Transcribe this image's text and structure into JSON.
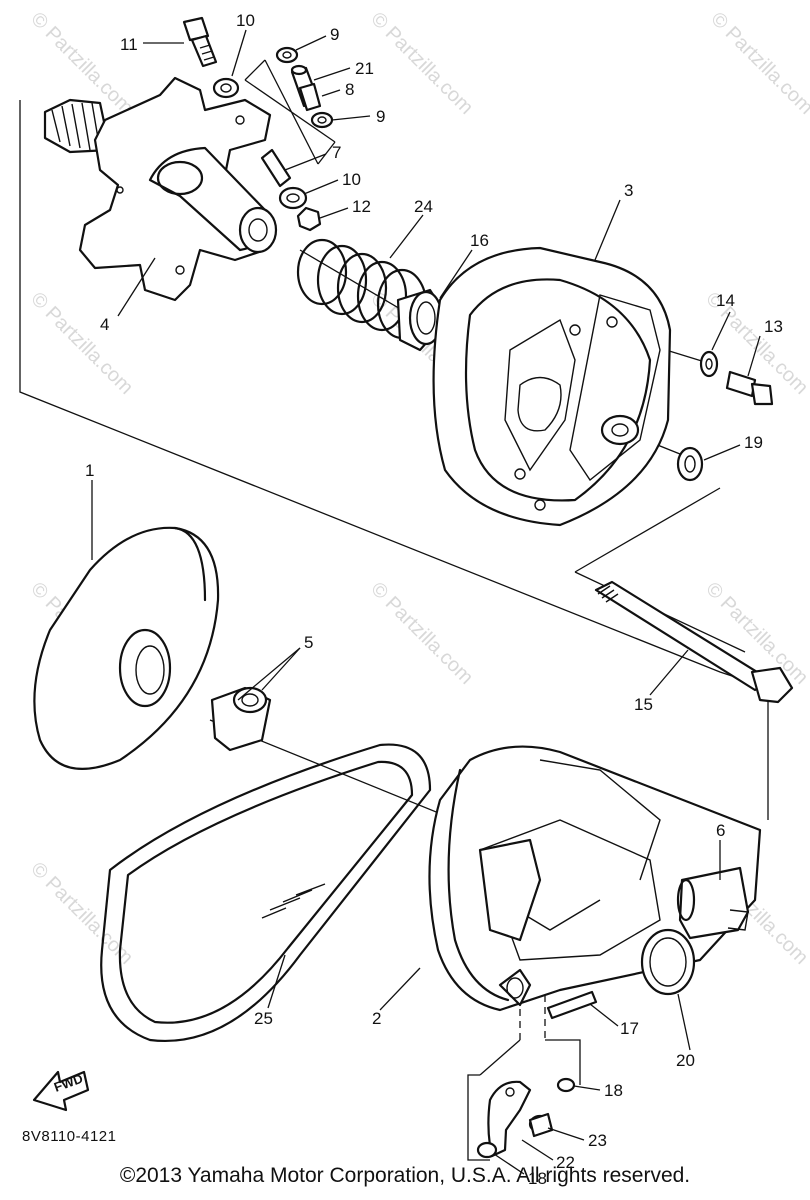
{
  "watermark": {
    "text": "© Partzilla.com"
  },
  "callouts": [
    {
      "id": "c11a",
      "text": "11"
    },
    {
      "id": "c10a",
      "text": "10"
    },
    {
      "id": "c9a",
      "text": "9"
    },
    {
      "id": "c21",
      "text": "21"
    },
    {
      "id": "c8",
      "text": "8"
    },
    {
      "id": "c9b",
      "text": "9"
    },
    {
      "id": "c7",
      "text": "7"
    },
    {
      "id": "c10b",
      "text": "10"
    },
    {
      "id": "c12",
      "text": "12"
    },
    {
      "id": "c24",
      "text": "24"
    },
    {
      "id": "c16",
      "text": "16"
    },
    {
      "id": "c3",
      "text": "3"
    },
    {
      "id": "c4",
      "text": "4"
    },
    {
      "id": "c14",
      "text": "14"
    },
    {
      "id": "c13",
      "text": "13"
    },
    {
      "id": "c19",
      "text": "19"
    },
    {
      "id": "c1",
      "text": "1"
    },
    {
      "id": "c5",
      "text": "5"
    },
    {
      "id": "c15",
      "text": "15"
    },
    {
      "id": "c6",
      "text": "6"
    },
    {
      "id": "c25",
      "text": "25"
    },
    {
      "id": "c2",
      "text": "2"
    },
    {
      "id": "c17",
      "text": "17"
    },
    {
      "id": "c20",
      "text": "20"
    },
    {
      "id": "c18a",
      "text": "18"
    },
    {
      "id": "c23",
      "text": "23"
    },
    {
      "id": "c22",
      "text": "22"
    },
    {
      "id": "c18b",
      "text": "18"
    }
  ],
  "fwd_label": "FWD",
  "diagram_code": "8V8110-4121",
  "copyright": "©2013 Yamaha Motor Corporation, U.S.A. All rights reserved."
}
